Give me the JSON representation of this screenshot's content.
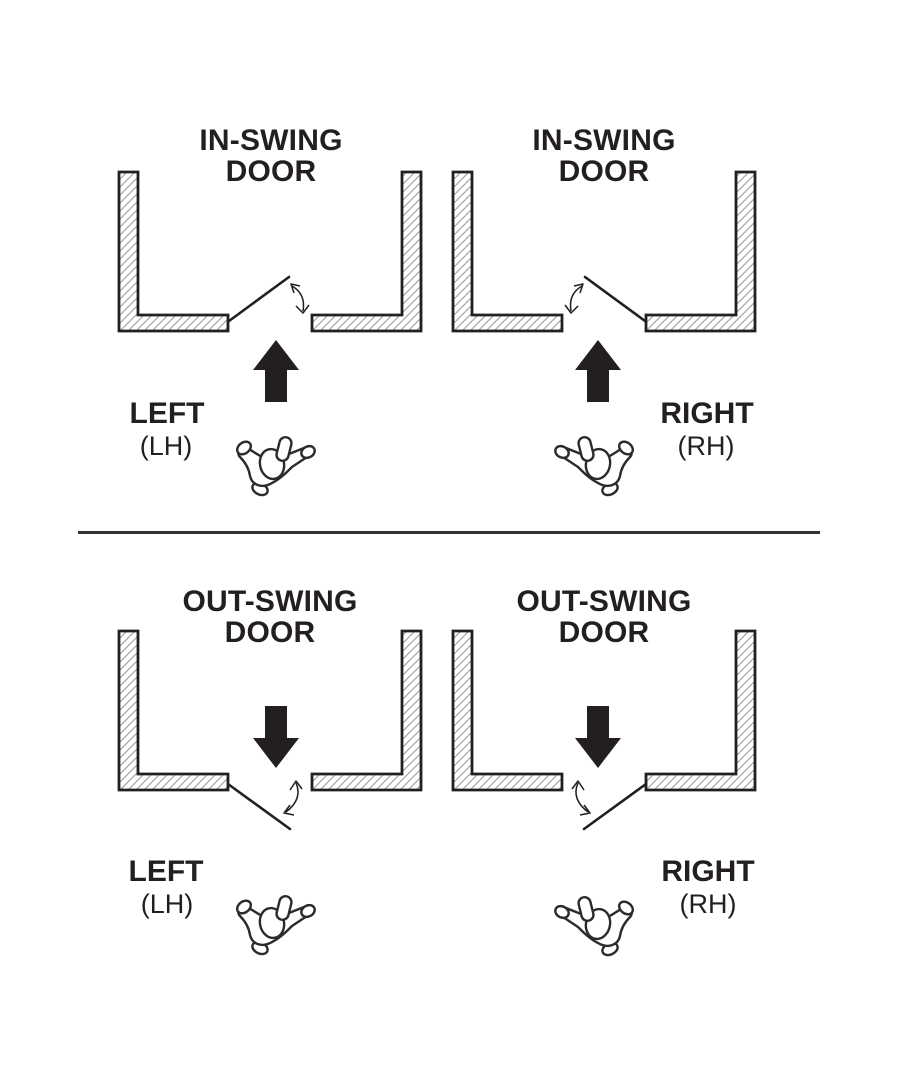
{
  "page": {
    "kind": "door swing handedness diagram",
    "colors": {
      "background": "#ffffff",
      "ink": "#231f20",
      "hatch": "#9c9c9c",
      "divider": "#333333"
    }
  },
  "icons": {
    "person": "person-top-view-icon",
    "travel_arrow": "solid-direction-arrow-icon",
    "swing_arrow": "double-headed-swing-arc-icon"
  },
  "sections": [
    {
      "id": "in-swing",
      "diagrams": [
        {
          "id": "in-swing-left",
          "title_line1": "IN-SWING",
          "title_line2": "DOOR",
          "hand_label": "LEFT",
          "hand_abbr": "(LH)",
          "swing": "in",
          "hinge": "left"
        },
        {
          "id": "in-swing-right",
          "title_line1": "IN-SWING",
          "title_line2": "DOOR",
          "hand_label": "RIGHT",
          "hand_abbr": "(RH)",
          "swing": "in",
          "hinge": "right"
        }
      ]
    },
    {
      "id": "out-swing",
      "diagrams": [
        {
          "id": "out-swing-left",
          "title_line1": "OUT-SWING",
          "title_line2": "DOOR",
          "hand_label": "LEFT",
          "hand_abbr": "(LH)",
          "swing": "out",
          "hinge": "left"
        },
        {
          "id": "out-swing-right",
          "title_line1": "OUT-SWING",
          "title_line2": "DOOR",
          "hand_label": "RIGHT",
          "hand_abbr": "(RH)",
          "swing": "out",
          "hinge": "right"
        }
      ]
    }
  ]
}
